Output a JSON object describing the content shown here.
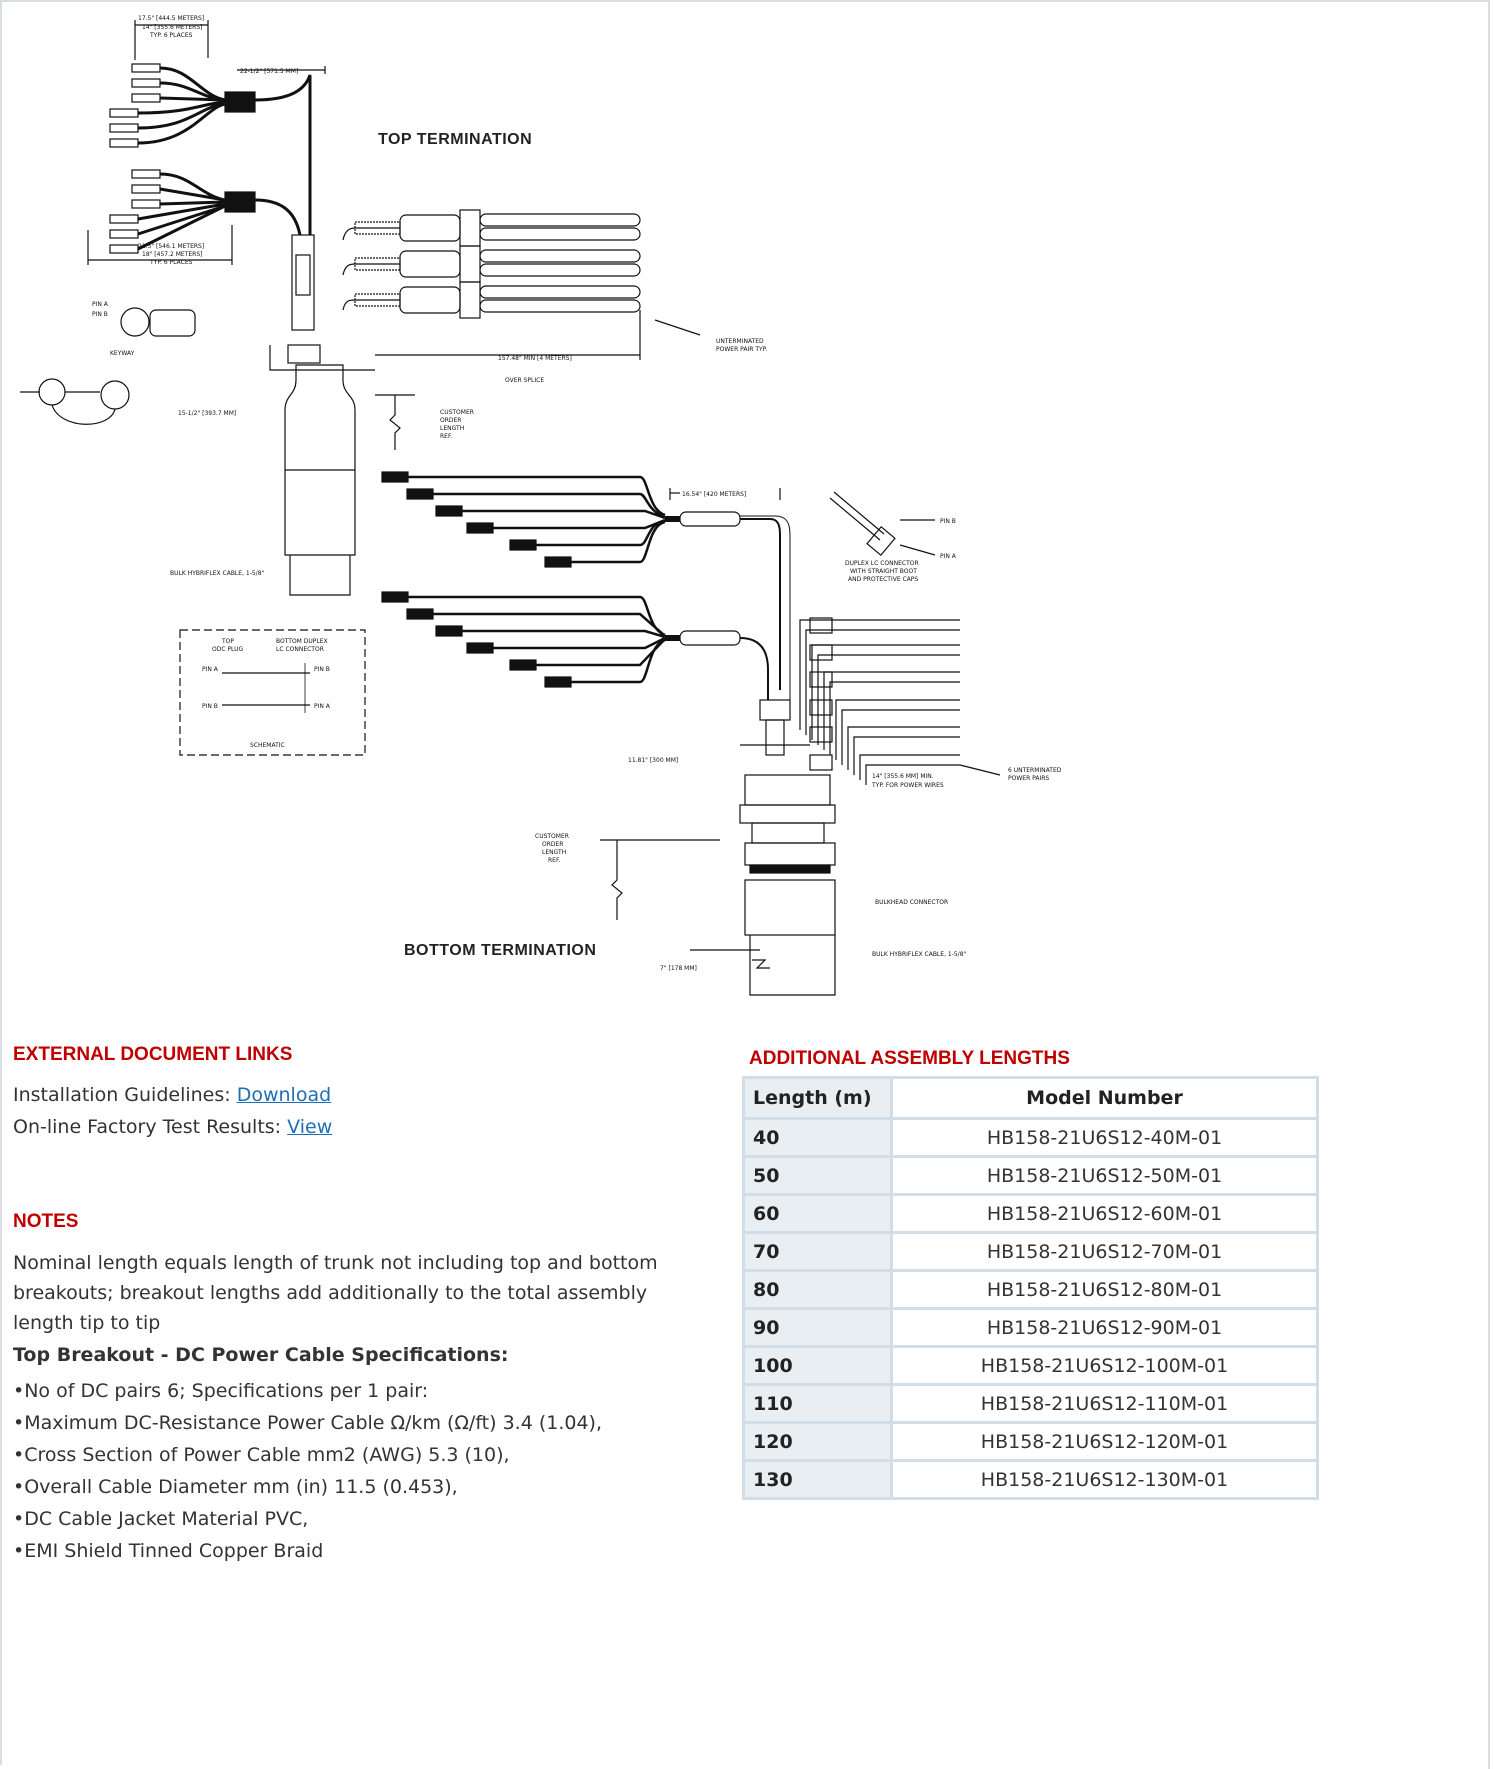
{
  "drawing": {
    "top_title": "TOP TERMINATION",
    "bottom_title": "BOTTOM TERMINATION",
    "labels": {
      "top_dim_a": "17.5\" [444.5 METERS]",
      "top_dim_b": "14\" [355.6 METERS]",
      "top_dim_c": "TYP. 6 PLACES",
      "top_dim_d": "22-1/2\" [571.5 MM]",
      "mid_dim_a": "21.5\" [546.1 METERS]",
      "mid_dim_b": "18\" [457.2 METERS]",
      "mid_dim_c": "TYP. 6 PLACES",
      "pin_a": "PIN A",
      "pin_b": "PIN B",
      "keyway": "KEYWAY",
      "len_157": "157.48\" MIN [4 METERS]",
      "over_splice": "OVER SPLICE",
      "unterminated_pair_1": "UNTERMINATED",
      "unterminated_pair_2": "POWER PAIR TYP.",
      "dim_15": "15-1/2\" [393.7 MM]",
      "customer_1": "CUSTOMER",
      "customer_2": "ORDER",
      "customer_3": "LENGTH",
      "customer_4": "REF.",
      "bulk_top": "BULK HYBRIFLEX CABLE, 1-5/8\"",
      "dim_1654": "16.54\" [420 METERS]",
      "lc_pin_b": "PIN B",
      "lc_pin_a": "PIN A",
      "duplex_1": "DUPLEX LC CONNECTOR",
      "duplex_2": "WITH STRAIGHT BOOT",
      "duplex_3": "AND PROTECTIVE CAPS",
      "sch_top_1": "TOP",
      "sch_top_2": "ODC PLUG",
      "sch_bot_1": "BOTTOM DUPLEX",
      "sch_bot_2": "LC CONNECTOR",
      "sch_pin_a": "PIN A",
      "sch_pin_b": "PIN B",
      "sch_pin_b2": "PIN B",
      "sch_pin_a2": "PIN A",
      "schematic": "SCHEMATIC",
      "dim_1181": "11.81\" [300 MM]",
      "six_un_1": "6 UNTERMINATED",
      "six_un_2": "POWER PAIRS",
      "dim_14": "14\" [355.6 MM] MIN.",
      "dim_14b": "TYP. FOR POWER WIRES",
      "bulkhead": "BULKHEAD CONNECTOR",
      "bulk_bottom": "BULK HYBRIFLEX CABLE, 1-5/8\"",
      "dim_7": "7\" [178 MM]"
    }
  },
  "links_section": {
    "title": "EXTERNAL DOCUMENT LINKS",
    "install_label": "Installation Guidelines:",
    "install_link": "Download",
    "test_label": "On-line Factory Test Results:",
    "test_link": "View"
  },
  "notes": {
    "title": "NOTES",
    "paragraph": "Nominal length equals length of trunk not including top and bottom breakouts; breakout lengths add additionally to the total assembly length tip to tip",
    "spec_heading": "Top Breakout - DC Power Cable Specifications:",
    "specs": [
      "No of DC pairs 6; Specifications per 1 pair:",
      "Maximum DC-Resistance Power Cable Ω/km (Ω/ft) 3.4 (1.04),",
      "Cross Section of Power Cable mm2 (AWG) 5.3 (10),",
      "Overall Cable Diameter mm (in) 11.5 (0.453),",
      "DC Cable Jacket Material PVC,",
      "EMI Shield Tinned Copper Braid"
    ]
  },
  "assembly": {
    "title": "ADDITIONAL ASSEMBLY LENGTHS",
    "headers": [
      "Length (m)",
      "Model Number"
    ],
    "rows": [
      [
        "40",
        "HB158-21U6S12-40M-01"
      ],
      [
        "50",
        "HB158-21U6S12-50M-01"
      ],
      [
        "60",
        "HB158-21U6S12-60M-01"
      ],
      [
        "70",
        "HB158-21U6S12-70M-01"
      ],
      [
        "80",
        "HB158-21U6S12-80M-01"
      ],
      [
        "90",
        "HB158-21U6S12-90M-01"
      ],
      [
        "100",
        "HB158-21U6S12-100M-01"
      ],
      [
        "110",
        "HB158-21U6S12-110M-01"
      ],
      [
        "120",
        "HB158-21U6S12-120M-01"
      ],
      [
        "130",
        "HB158-21U6S12-130M-01"
      ]
    ]
  }
}
